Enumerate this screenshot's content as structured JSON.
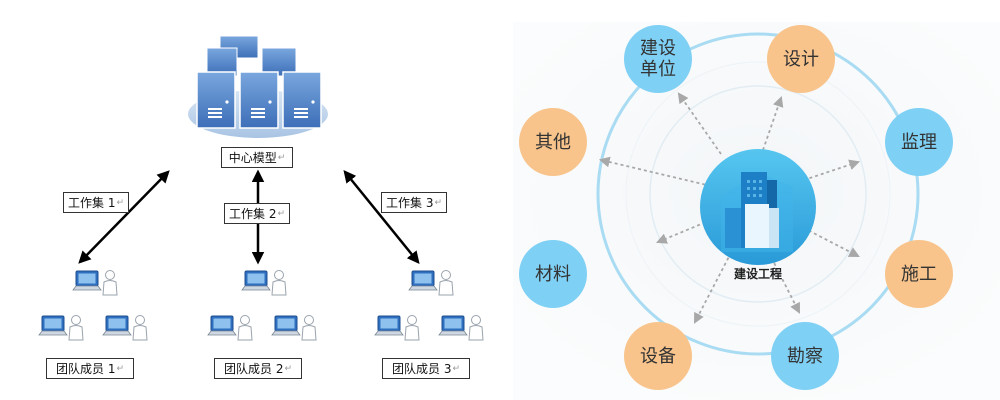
{
  "left": {
    "center_model": "中心模型",
    "worksets": [
      "工作集 1",
      "工作集 2",
      "工作集 3"
    ],
    "teams": [
      "团队成员 1",
      "团队成员 2",
      "团队成员 3"
    ],
    "return_mark": "↵"
  },
  "right": {
    "center": "建设工程",
    "nodes": {
      "client": "建设\n单位",
      "design": "设计",
      "supervision": "监理",
      "construction": "施工",
      "survey": "勘察",
      "equipment": "设备",
      "materials": "材料",
      "other": "其他"
    },
    "colors": {
      "blue": "#7fd0f5",
      "orange": "#f8c48c",
      "ring": "#a9dcf3"
    }
  }
}
